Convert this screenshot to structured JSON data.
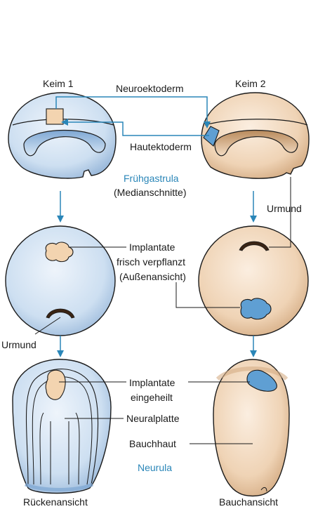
{
  "labels": {
    "keim1": "Keim 1",
    "keim2": "Keim 2",
    "neuroektoderm": "Neuroektoderm",
    "hautektoderm": "Hautektoderm",
    "fruehgastrula": "Frühgastrula",
    "medianschnitte": "(Medianschnitte)",
    "urmund_right": "Urmund",
    "implantate_1": "Implantate",
    "frisch_verpflanzt": "frisch verpflanzt",
    "aussenansicht": "(Außenansicht)",
    "urmund_left": "Urmund",
    "implantate_2": "Implantate",
    "eingeheilt": "eingeheilt",
    "neuralplatte": "Neuralplatte",
    "bauchhaut": "Bauchhaut",
    "neurula": "Neurula",
    "rueckenansicht": "Rückenansicht",
    "bauchansicht": "Bauchansicht"
  },
  "colors": {
    "keim1_fill": "#cfe0f2",
    "keim2_fill": "#efd3b5",
    "neuroektoderm": "#f3d4b0",
    "hautektoderm": "#5f9fd3",
    "arrow": "#2a86b8",
    "label_accent": "#2a86b8"
  }
}
